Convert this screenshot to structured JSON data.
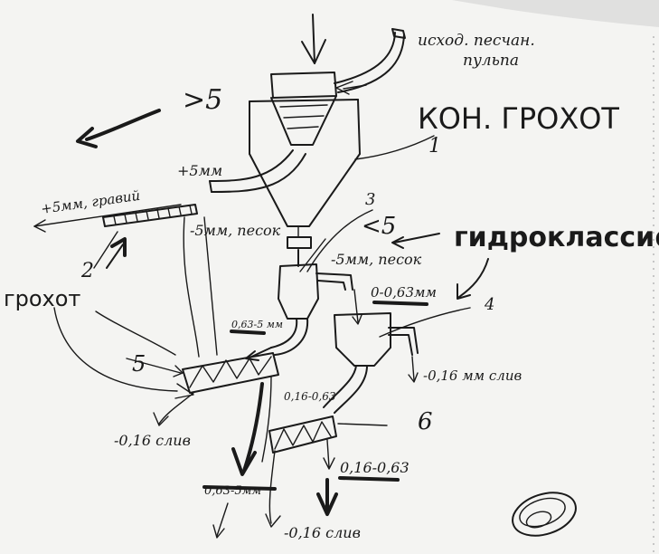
{
  "labels": {
    "source_pulp": [
      "исход. песчан.",
      "пульпа"
    ],
    "cone_screen": "КОН. ГРОХОТ",
    "hydroclassifier": "гидроклассиф",
    "screen": "грохот",
    "gt5": ">5",
    "lt5": "<5",
    "plus5mm": "+5мм",
    "plus5mm_gravel": "+5мм, гравий",
    "minus5mm_sand_a": "-5мм, песок",
    "minus5mm_sand_b": "-5мм, песок",
    "size_0_063": "0-0,63мм",
    "size_063_5_small": "0,63-5 мм",
    "overflow_016_right": "-0,16 мм слив",
    "size_016_063_small": "0,16-0,63",
    "overflow_016_left": "-0,16 слив",
    "size_063_5_bottom": "0,63-5мм",
    "size_016_063_bottom": "0,16-0,63",
    "overflow_016_bottom": "-0,16 слив"
  },
  "numbers": {
    "n1": "1",
    "n2": "2",
    "n3": "3",
    "n4": "4",
    "n5": "5",
    "n6": "6"
  }
}
